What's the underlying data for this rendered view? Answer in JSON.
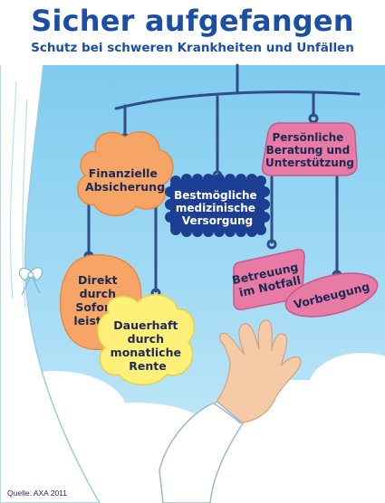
{
  "header": {
    "title": "Sicher aufgefangen",
    "subtitle": "Schutz bei schweren Krankheiten und Unfällen"
  },
  "mobile": {
    "left": {
      "top": [
        "Finanzielle",
        "Absicherung"
      ],
      "child_a": [
        "Direkt",
        "durch",
        "Sofort-",
        "leistung"
      ],
      "child_b": [
        "Dauerhaft",
        "durch",
        "monatliche",
        "Rente"
      ]
    },
    "center": [
      "Bestmögliche",
      "medizinische",
      "Versorgung"
    ],
    "right": {
      "top": [
        "Persönliche",
        "Beratung und",
        "Unterstützung"
      ],
      "child_a": [
        "Betreuung",
        "im Notfall"
      ],
      "child_b": [
        "Vorbeugung"
      ]
    }
  },
  "footer": {
    "source": "Quelle: AXA 2011"
  },
  "colors": {
    "title": "#1b4fa6",
    "sky": "#8fd3f0",
    "orange": "#f7a567",
    "yellow": "#fff07a",
    "navy": "#1c3f93",
    "pink": "#e77ba6",
    "hanger": "#2f4d8a"
  }
}
